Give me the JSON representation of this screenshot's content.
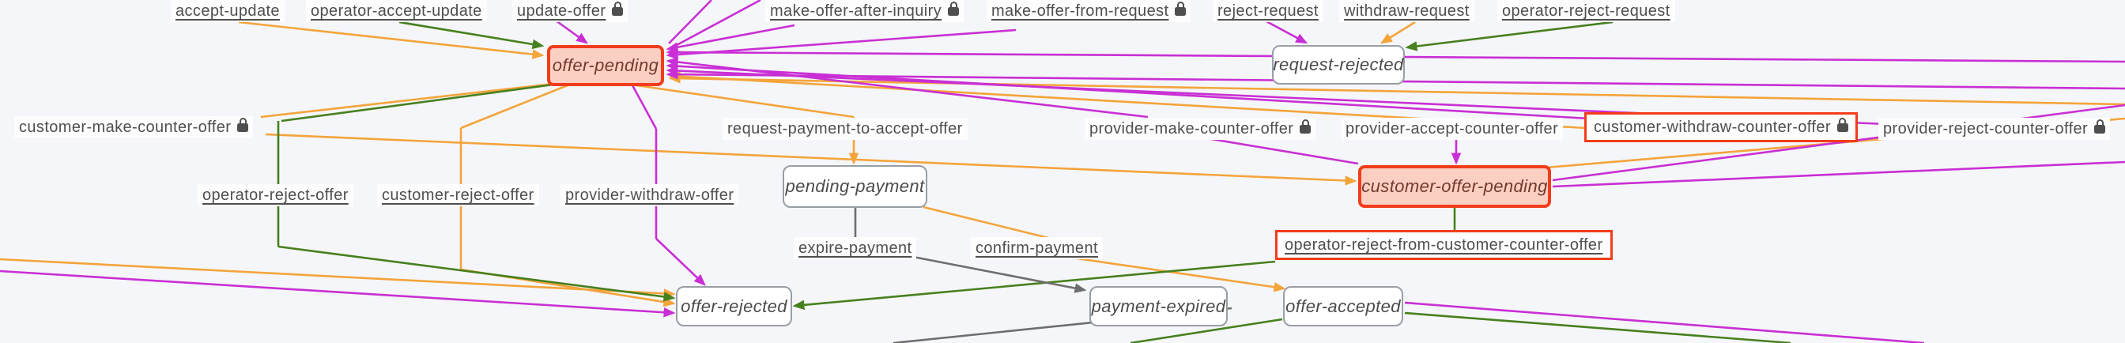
{
  "diagram": {
    "type": "transaction-process-state-machine",
    "background": "#f5f6f9",
    "colors": {
      "customer_transition": "#f3a43b",
      "provider_transition": "#c92fd4",
      "operator_transition": "#47801e",
      "time_transition": "#6e6e6e",
      "highlight_border": "#f23d1b",
      "state_fill": "#ffffff",
      "state_border": "#989ea4",
      "highlighted_state_fill": "#fccfc3",
      "state_text": "#4b4b4b",
      "transition_text": "#4f4f4f"
    },
    "states": [
      {
        "label": "offer-pending",
        "highlighted": true
      },
      {
        "label": "request-rejected",
        "highlighted": false
      },
      {
        "label": "pending-payment",
        "highlighted": false
      },
      {
        "label": "customer-offer-pending",
        "highlighted": true
      },
      {
        "label": "offer-rejected",
        "highlighted": false
      },
      {
        "label": "payment-expired",
        "highlighted": false
      },
      {
        "label": "offer-accepted",
        "highlighted": false
      }
    ],
    "transitions": [
      {
        "label": "accept-update",
        "actor": "customer",
        "locked": false,
        "highlighted": false
      },
      {
        "label": "operator-accept-update",
        "actor": "operator",
        "locked": false,
        "highlighted": false
      },
      {
        "label": "update-offer",
        "actor": "provider",
        "locked": true,
        "highlighted": false
      },
      {
        "label": "make-offer-after-inquiry",
        "actor": "provider",
        "locked": true,
        "highlighted": false
      },
      {
        "label": "make-offer-from-request",
        "actor": "provider",
        "locked": true,
        "highlighted": false
      },
      {
        "label": "reject-request",
        "actor": "provider",
        "locked": false,
        "highlighted": false
      },
      {
        "label": "withdraw-request",
        "actor": "customer",
        "locked": false,
        "highlighted": false
      },
      {
        "label": "operator-reject-request",
        "actor": "operator",
        "locked": false,
        "highlighted": false
      },
      {
        "label": "customer-make-counter-offer",
        "actor": "customer",
        "locked": true,
        "highlighted": false
      },
      {
        "label": "request-payment-to-accept-offer",
        "actor": "customer",
        "locked": false,
        "highlighted": false
      },
      {
        "label": "provider-make-counter-offer",
        "actor": "provider",
        "locked": true,
        "highlighted": false
      },
      {
        "label": "provider-accept-counter-offer",
        "actor": "provider",
        "locked": false,
        "highlighted": false
      },
      {
        "label": "customer-withdraw-counter-offer",
        "actor": "customer",
        "locked": true,
        "highlighted": true
      },
      {
        "label": "provider-reject-counter-offer",
        "actor": "provider",
        "locked": true,
        "highlighted": false
      },
      {
        "label": "operator-reject-offer",
        "actor": "operator",
        "locked": false,
        "highlighted": false
      },
      {
        "label": "customer-reject-offer",
        "actor": "customer",
        "locked": false,
        "highlighted": false
      },
      {
        "label": "provider-withdraw-offer",
        "actor": "provider",
        "locked": false,
        "highlighted": false
      },
      {
        "label": "expire-payment",
        "actor": "time",
        "locked": false,
        "highlighted": false
      },
      {
        "label": "confirm-payment",
        "actor": "customer",
        "locked": false,
        "highlighted": false
      },
      {
        "label": "operator-reject-from-customer-counter-offer",
        "actor": "operator",
        "locked": false,
        "highlighted": true
      }
    ]
  }
}
